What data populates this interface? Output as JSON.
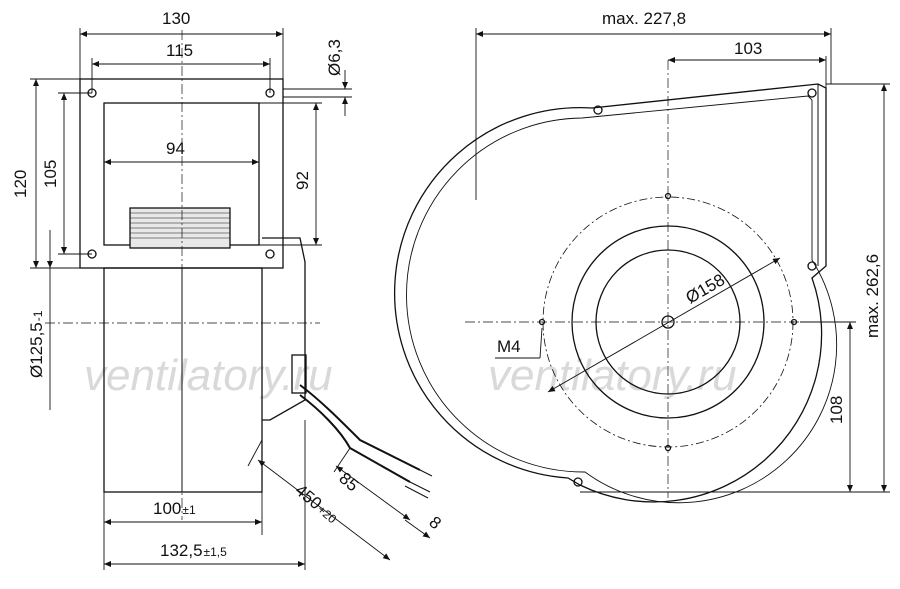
{
  "watermark": "ventilatory.ru",
  "side_view": {
    "width_outer": "130",
    "width_holes": "115",
    "hole_dia": "Ø6,3",
    "height_outer": "120",
    "height_holes": "105",
    "inlet_width": "94",
    "inlet_height": "92",
    "body_dia": "Ø125,5",
    "body_dia_tol": "-1",
    "depth_main": "100",
    "depth_main_tol": "±1",
    "depth_total": "132,5",
    "depth_total_tol": "±1,5",
    "cable_length": "450",
    "cable_tol": "+20",
    "strip_length": "85",
    "wire_strip": "8"
  },
  "front_view": {
    "max_width": "max. 227,8",
    "center_to_edge": "103",
    "max_height": "max. 262,6",
    "inlet_dia": "Ø158",
    "thread": "M4",
    "outlet_height": "108"
  }
}
